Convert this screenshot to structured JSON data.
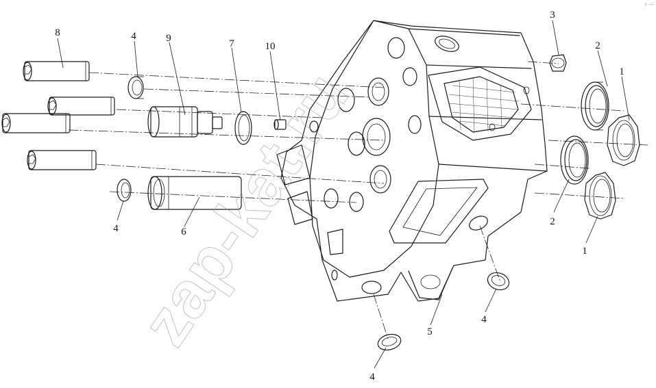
{
  "watermark": "zap-kat.ru",
  "corner_mark": "r —",
  "callouts": {
    "c1a": "1",
    "c1b": "1",
    "c2a": "2",
    "c2b": "2",
    "c3": "3",
    "c4a": "4",
    "c4b": "4",
    "c4c": "4",
    "c4d": "4",
    "c5": "5",
    "c6": "6",
    "c7": "7",
    "c8": "8",
    "c9": "9",
    "c10": "10"
  }
}
